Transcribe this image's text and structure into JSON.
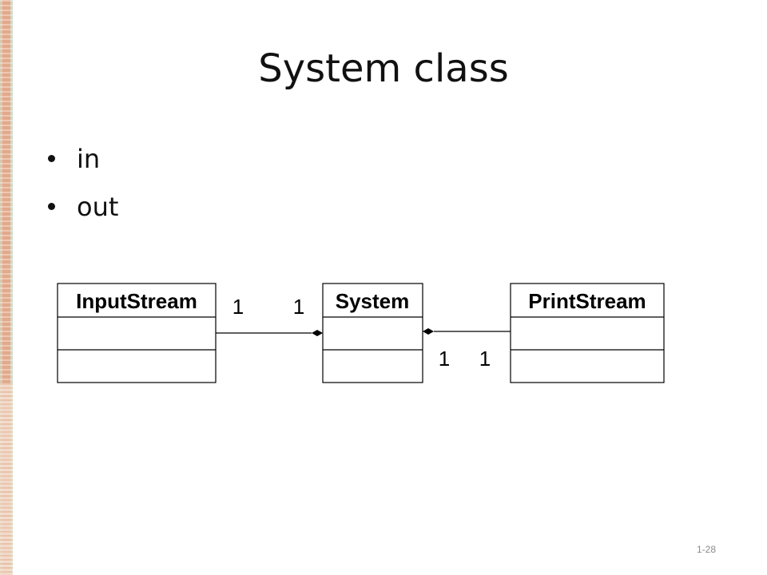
{
  "slide": {
    "title": "System class",
    "bullets": [
      "in",
      "out"
    ],
    "slide_number": "1-28"
  },
  "diagram": {
    "classes": [
      {
        "name": "InputStream"
      },
      {
        "name": "System"
      },
      {
        "name": "PrintStream"
      }
    ],
    "associations": [
      {
        "from": "InputStream",
        "to": "System",
        "from_multiplicity": "1",
        "to_multiplicity": "1",
        "aggregation_end": "System"
      },
      {
        "from": "System",
        "to": "PrintStream",
        "from_multiplicity": "1",
        "to_multiplicity": "1",
        "aggregation_end": "System"
      }
    ]
  }
}
